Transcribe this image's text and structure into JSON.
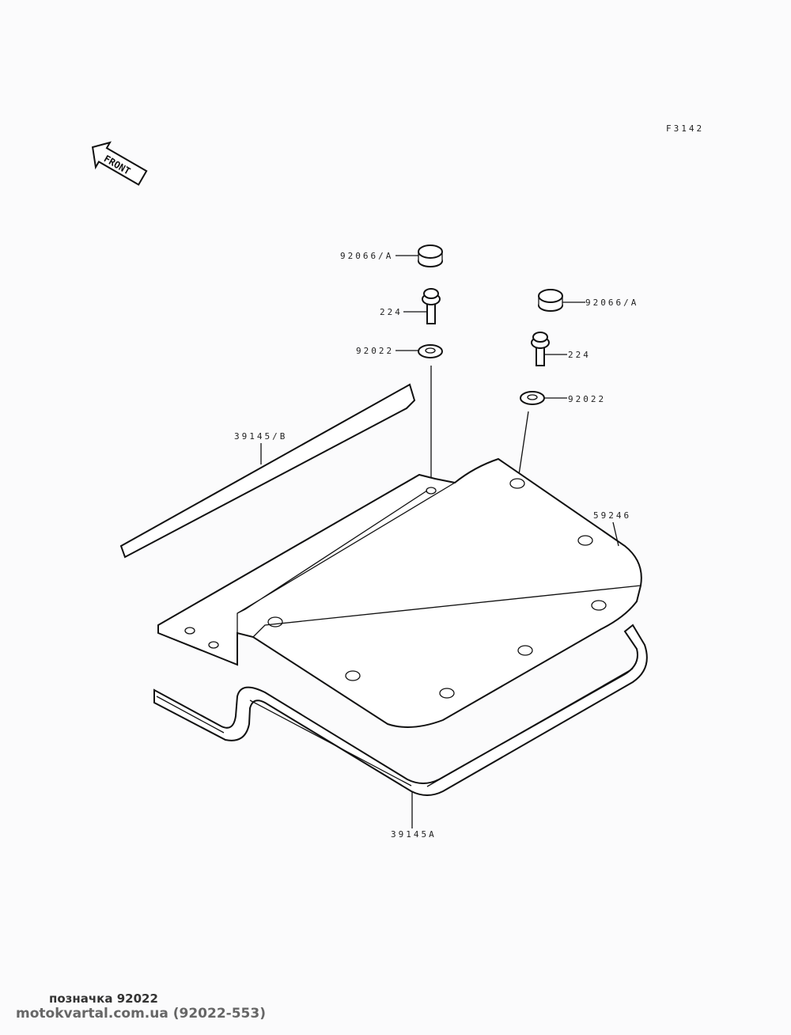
{
  "diagram_code": "F3142",
  "front_label": "FRONT",
  "parts": {
    "cap_left": "92066/A",
    "screw_left": "224",
    "washer_left": "92022",
    "cap_right": "92066/A",
    "screw_right": "224",
    "washer_right": "92022",
    "strip_upper": "39145/B",
    "panel": "59246",
    "seal": "39145A"
  },
  "footer": {
    "caption": "позначка 92022",
    "source": "motokvartal.com.ua (92022-553)"
  }
}
